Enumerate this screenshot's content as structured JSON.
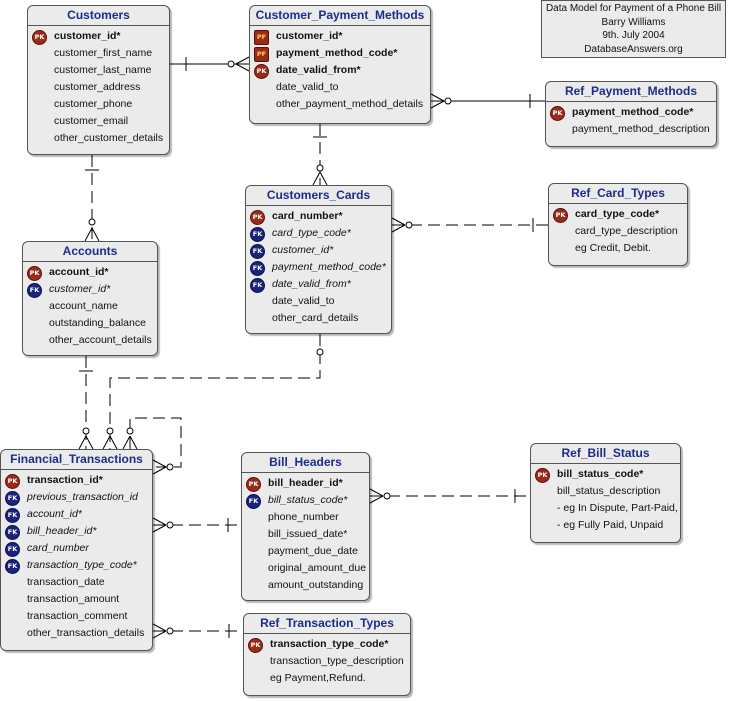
{
  "note": {
    "line1": "Data Model for Payment of a Phone Bill",
    "line2": "Barry Williams",
    "line3": "9th. July 2004",
    "line4": "DatabaseAnswers.org"
  },
  "entities": {
    "customers": {
      "title": "Customers",
      "attributes": [
        {
          "name": "customer_id*",
          "key": "PK"
        },
        {
          "name": "customer_first_name",
          "key": ""
        },
        {
          "name": "customer_last_name",
          "key": ""
        },
        {
          "name": "customer_address",
          "key": ""
        },
        {
          "name": "customer_phone",
          "key": ""
        },
        {
          "name": "customer_email",
          "key": ""
        },
        {
          "name": "other_customer_details",
          "key": ""
        }
      ]
    },
    "customer_payment_methods": {
      "title": "Customer_Payment_Methods",
      "attributes": [
        {
          "name": "customer_id*",
          "key": "PF"
        },
        {
          "name": "payment_method_code*",
          "key": "PF"
        },
        {
          "name": "date_valid_from*",
          "key": "PK"
        },
        {
          "name": "date_valid_to",
          "key": ""
        },
        {
          "name": "other_payment_method_details",
          "key": ""
        }
      ]
    },
    "ref_payment_methods": {
      "title": "Ref_Payment_Methods",
      "attributes": [
        {
          "name": "payment_method_code*",
          "key": "PK"
        },
        {
          "name": "payment_method_description",
          "key": ""
        }
      ]
    },
    "customers_cards": {
      "title": "Customers_Cards",
      "attributes": [
        {
          "name": "card_number*",
          "key": "PK"
        },
        {
          "name": "card_type_code*",
          "key": "FK"
        },
        {
          "name": "customer_id*",
          "key": "FK"
        },
        {
          "name": "payment_method_code*",
          "key": "FK"
        },
        {
          "name": "date_valid_from*",
          "key": "FK"
        },
        {
          "name": "date_valid_to",
          "key": ""
        },
        {
          "name": "other_card_details",
          "key": ""
        }
      ]
    },
    "ref_card_types": {
      "title": "Ref_Card_Types",
      "attributes": [
        {
          "name": "card_type_code*",
          "key": "PK"
        },
        {
          "name": "card_type_description",
          "key": ""
        },
        {
          "name": "eg Credit, Debit.",
          "key": ""
        }
      ]
    },
    "accounts": {
      "title": "Accounts",
      "attributes": [
        {
          "name": "account_id*",
          "key": "PK"
        },
        {
          "name": "customer_id*",
          "key": "FK"
        },
        {
          "name": "account_name",
          "key": ""
        },
        {
          "name": "outstanding_balance",
          "key": ""
        },
        {
          "name": "other_account_details",
          "key": ""
        }
      ]
    },
    "financial_transactions": {
      "title": "Financial_Transactions",
      "attributes": [
        {
          "name": "transaction_id*",
          "key": "PK"
        },
        {
          "name": "previous_transaction_id",
          "key": "FK"
        },
        {
          "name": "account_id*",
          "key": "FK"
        },
        {
          "name": "bill_header_id*",
          "key": "FK"
        },
        {
          "name": "card_number",
          "key": "FK"
        },
        {
          "name": "transaction_type_code*",
          "key": "FK"
        },
        {
          "name": "transaction_date",
          "key": ""
        },
        {
          "name": "transaction_amount",
          "key": ""
        },
        {
          "name": "transaction_comment",
          "key": ""
        },
        {
          "name": "other_transaction_details",
          "key": ""
        }
      ]
    },
    "bill_headers": {
      "title": "Bill_Headers",
      "attributes": [
        {
          "name": "bill_header_id*",
          "key": "PK"
        },
        {
          "name": "bill_status_code*",
          "key": "FK"
        },
        {
          "name": "phone_number",
          "key": ""
        },
        {
          "name": "bill_issued_date*",
          "key": ""
        },
        {
          "name": "payment_due_date",
          "key": ""
        },
        {
          "name": "original_amount_due",
          "key": ""
        },
        {
          "name": "amount_outstanding",
          "key": ""
        }
      ]
    },
    "ref_bill_status": {
      "title": "Ref_Bill_Status",
      "attributes": [
        {
          "name": "bill_status_code*",
          "key": "PK"
        },
        {
          "name": "bill_status_description",
          "key": ""
        },
        {
          "name": "- eg In Dispute, Part-Paid,",
          "key": ""
        },
        {
          "name": "- eg Fully Paid, Unpaid",
          "key": ""
        }
      ]
    },
    "ref_transaction_types": {
      "title": "Ref_Transaction_Types",
      "attributes": [
        {
          "name": "transaction_type_code*",
          "key": "PK"
        },
        {
          "name": "transaction_type_description",
          "key": ""
        },
        {
          "name": "eg Payment,Refund.",
          "key": ""
        }
      ]
    }
  }
}
